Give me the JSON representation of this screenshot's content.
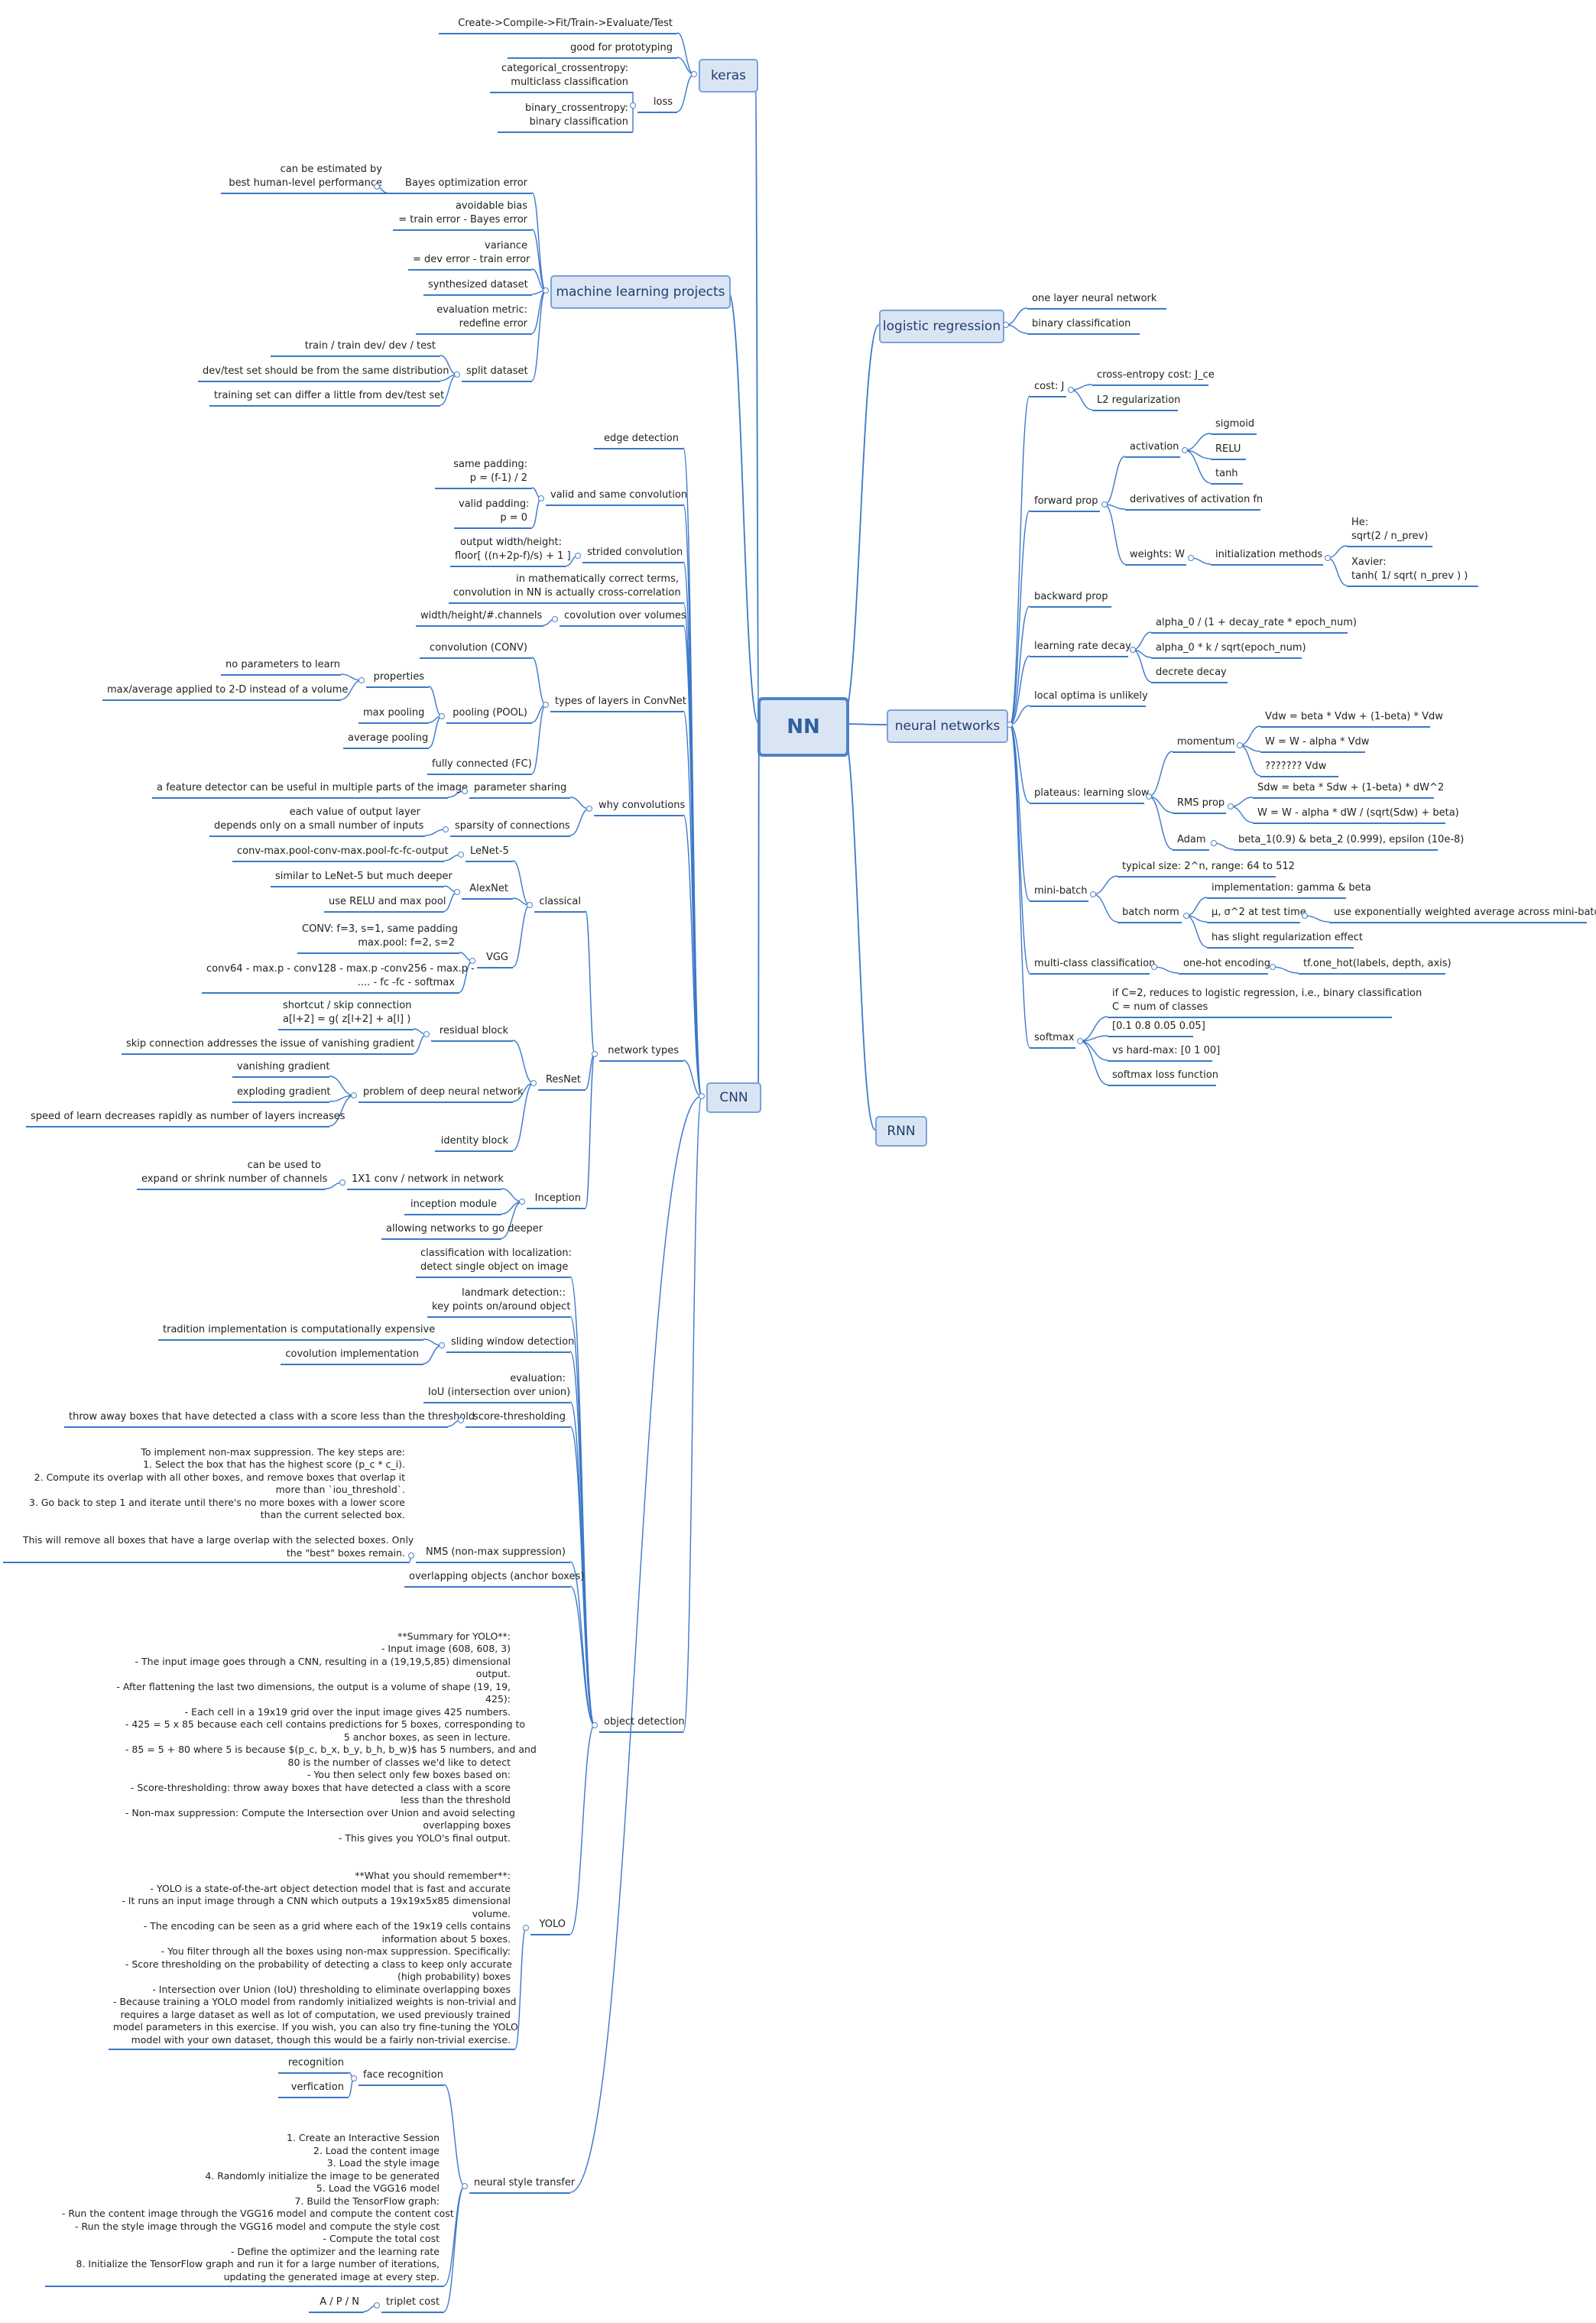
{
  "root": "NN",
  "branches": {
    "keras": {
      "label": "keras",
      "items": [
        "Create->Compile->Fit/Train->Evaluate/Test",
        "good for prototyping"
      ],
      "loss": {
        "label": "loss",
        "items": [
          "categorical_crossentropy:\nmulticlass classification",
          "binary_crossentropy:\nbinary classification"
        ]
      }
    },
    "ml_projects": {
      "label": "machine learning projects",
      "bayes": {
        "label": "Bayes optimization error",
        "child": "can be estimated by\nbest human-level performance"
      },
      "items": [
        "avoidable bias\n= train error - Bayes error",
        "variance\n= dev error - train error",
        "synthesized dataset",
        "evaluation metric:\nredefine error"
      ],
      "split": {
        "label": "split dataset",
        "items": [
          "train / train dev/ dev / test",
          "dev/test set should be from the same distribution",
          "training set can differ a little from dev/test set"
        ]
      }
    },
    "logistic": {
      "label": "logistic regression",
      "items": [
        "one layer neural network",
        "binary classification"
      ]
    },
    "nn": {
      "label": "neural networks",
      "cost": {
        "label": "cost: J",
        "items": [
          "cross-entropy cost: J_ce",
          "L2 regularization"
        ]
      },
      "forward": {
        "label": "forward prop",
        "activation": {
          "label": "activation",
          "items": [
            "sigmoid",
            "RELU",
            "tanh"
          ]
        },
        "derivatives": "derivatives of activation fn",
        "weights": {
          "label": "weights: W",
          "init": {
            "label": "initialization methods",
            "items": [
              "He:\nsqrt(2 / n_prev)",
              "Xavier:\ntanh( 1/ sqrt( n_prev ) )"
            ]
          }
        }
      },
      "backward": "backward prop",
      "lr_decay": {
        "label": "learning rate decay",
        "items": [
          "alpha_0 / (1 + decay_rate * epoch_num)",
          "alpha_0 * k / sqrt(epoch_num)",
          "decrete decay"
        ]
      },
      "local_optima": "local optima is unlikely",
      "plateaus": {
        "label": "plateaus: learning slow",
        "momentum": {
          "label": "momentum",
          "items": [
            "Vdw = beta * Vdw + (1-beta) * Vdw",
            "W = W - alpha * Vdw",
            "??????? Vdw"
          ]
        },
        "rms": {
          "label": "RMS prop",
          "items": [
            "Sdw = beta * Sdw + (1-beta) * dW^2",
            "W = W - alpha * dW / (sqrt(Sdw) + beta)"
          ]
        },
        "adam": {
          "label": "Adam",
          "child": "beta_1(0.9) & beta_2 (0.999), epsilon (10e-8)"
        }
      },
      "minibatch": {
        "label": "mini-batch",
        "typical": "typical size: 2^n, range: 64 to 512",
        "batchnorm": {
          "label": "batch norm",
          "impl": "implementation: gamma & beta",
          "mu": {
            "label": "μ, σ^2 at test time",
            "child": "use exponentially weighted average across mini-batch"
          },
          "reg": "has slight regularization effect"
        }
      },
      "multiclass": {
        "label": "multi-class classification",
        "onehot": {
          "label": "one-hot encoding",
          "child": "tf.one_hot(labels, depth, axis)"
        }
      },
      "softmax": {
        "label": "softmax",
        "items": [
          "if C=2, reduces to logistic regression, i.e., binary classification\nC = num of classes",
          "[0.1 0.8 0.05 0.05]",
          "vs hard-max: [0 1 00]",
          "softmax loss function"
        ]
      }
    },
    "rnn": {
      "label": "RNN"
    },
    "cnn": {
      "label": "CNN",
      "edge": "edge detection",
      "valid_same": {
        "label": "valid and same convolution",
        "items": [
          "same padding:\np = (f-1) / 2",
          "valid padding:\np = 0"
        ]
      },
      "strided": {
        "label": "strided convolution",
        "child": "output width/height:\nfloor[ ((n+2p-f)/s) + 1 ]"
      },
      "cross_corr": "in mathematically correct terms,\nconvolution in NN is actually cross-correlation",
      "volumes": {
        "label": "covolution over volumes",
        "child": "width/height/#.channels"
      },
      "layer_types": {
        "label": "types of layers in ConvNet",
        "conv": "convolution (CONV)",
        "pool": {
          "label": "pooling (POOL)",
          "props": {
            "label": "properties",
            "items": [
              "no parameters to learn",
              "max/average applied to 2-D instead of a volume"
            ]
          },
          "items": [
            "max pooling",
            "average pooling"
          ]
        },
        "fc": "fully connected (FC)"
      },
      "why": {
        "label": "why convolutions",
        "param": {
          "label": "parameter sharing",
          "child": "a feature detector can be useful in multiple parts of the image"
        },
        "sparsity": {
          "label": "sparsity of connections",
          "child": "each value of output layer\ndepends only on a small number of inputs"
        }
      },
      "network_types": {
        "label": "network types",
        "classical": {
          "label": "classical",
          "lenet": {
            "label": "LeNet-5",
            "child": "conv-max.pool-conv-max.pool-fc-fc-output"
          },
          "alexnet": {
            "label": "AlexNet",
            "items": [
              "similar to LeNet-5 but much deeper",
              "use RELU and max pool"
            ]
          },
          "vgg": {
            "label": "VGG",
            "items": [
              "CONV: f=3, s=1, same padding\nmax.pool: f=2, s=2",
              "conv64 - max.p - conv128 - max.p -conv256 - max.p -\n.... - fc -fc - softmax"
            ]
          }
        },
        "resnet": {
          "label": "ResNet",
          "residual": {
            "label": "residual block",
            "items": [
              "shortcut / skip connection\na[l+2] = g( z[l+2] + a[l] )",
              "skip connection addresses the issue of vanishing gradient"
            ]
          },
          "problem": {
            "label": "problem of deep neural network",
            "items": [
              "vanishing gradient",
              "exploding gradient",
              "speed of learn decreases rapidly as number of layers increases"
            ]
          },
          "identity": "identity block"
        },
        "inception": {
          "label": "Inception",
          "one_by_one": {
            "label": "1X1 conv / network in network",
            "child": "can be used to\nexpand or shrink number of channels"
          },
          "module": "inception module",
          "deeper": "allowing networks to go deeper"
        }
      },
      "object_detection": {
        "label": "object detection",
        "classif": "classification with localization:\ndetect single object on image",
        "landmark": "landmark detection::\nkey points on/around object",
        "sliding": {
          "label": "sliding window detection",
          "items": [
            "tradition implementation is computationally expensive",
            "covolution implementation"
          ]
        },
        "eval": "evaluation:\nIoU (intersection over union)",
        "score": {
          "label": "score-thresholding",
          "child": "throw away boxes that have detected a class with a score less than the threshold"
        },
        "nms": {
          "label": "NMS (non-max suppression)",
          "child": "To implement non-max suppression. The key steps are:\n     1. Select the box that has the highest score (p_c * c_i).\n     2. Compute its overlap with all other boxes, and remove boxes that overlap it\nmore than `iou_threshold`.\n     3. Go back to step 1 and iterate until there's no more boxes with a lower score\nthan the current selected box.\n\n     This will remove all boxes that have a large overlap with the selected boxes. Only\nthe \"best\" boxes remain."
        },
        "anchor": "overlapping objects (anchor boxes)",
        "yolo": {
          "label": "YOLO",
          "child": "**Summary for YOLO**:\n- Input image (608, 608, 3)\n- The input image goes through a CNN, resulting in a (19,19,5,85) dimensional\noutput.\n- After flattening the last two dimensions, the output is a volume of shape (19, 19,\n425):\n    - Each cell in a 19x19 grid over the input image gives 425 numbers.\n    - 425 = 5 x 85 because each cell contains predictions for 5 boxes, corresponding to\n5 anchor boxes, as seen in lecture.\n    - 85 = 5 + 80 where 5 is because $(p_c, b_x, b_y, b_h, b_w)$ has 5 numbers, and and\n80 is the number of classes we'd like to detect\n- You then select only few boxes based on:\n    - Score-thresholding: throw away boxes that have detected a class with a score\nless than the threshold\n    - Non-max suppression: Compute the Intersection over Union and avoid selecting\noverlapping boxes\n- This gives you YOLO's final output.\n\n\n**What you should remember**:\n- YOLO is a state-of-the-art object detection model that is fast and accurate\n- It runs an input image through a CNN which outputs a 19x19x5x85 dimensional\nvolume.\n- The encoding can be seen as a grid where each of the 19x19 cells contains\ninformation about 5 boxes.\n- You filter through all the boxes using non-max suppression. Specifically:\n    - Score thresholding on the probability of detecting a class to keep only accurate\n(high probability) boxes\n    - Intersection over Union (IoU) thresholding to eliminate overlapping boxes\n- Because training a YOLO model from randomly initialized weights is non-trivial and\nrequires a large dataset as well as lot of computation, we used previously trained\nmodel parameters in this exercise. If you wish, you can also try fine-tuning the YOLO\nmodel with your own dataset, though this would be a fairly non-trivial exercise."
        }
      },
      "nst": {
        "label": "neural style transfer",
        "face": {
          "label": "face recognition",
          "items": [
            "recognition",
            "verfication"
          ]
        },
        "steps": "1. Create an Interactive Session\n2. Load the content image\n3. Load the style image\n4. Randomly initialize the image to be generated\n5. Load the VGG16 model\n7. Build the TensorFlow graph:\n    - Run the content image through the VGG16 model and compute the content cost\n    - Run the style image through the VGG16 model and compute the style cost\n    - Compute the total cost\n    - Define the optimizer and the learning rate\n8. Initialize the TensorFlow graph and run it for a large number of iterations,\nupdating the generated image at every step.",
        "triplet": {
          "label": "triplet cost",
          "child": "A / P / N"
        }
      }
    }
  },
  "colors": {
    "line": "#3b78c9",
    "box_fill": "#dae5f4",
    "box_border": "#7aa2d8",
    "root_border": "#4f82c8",
    "text": "#222222"
  }
}
